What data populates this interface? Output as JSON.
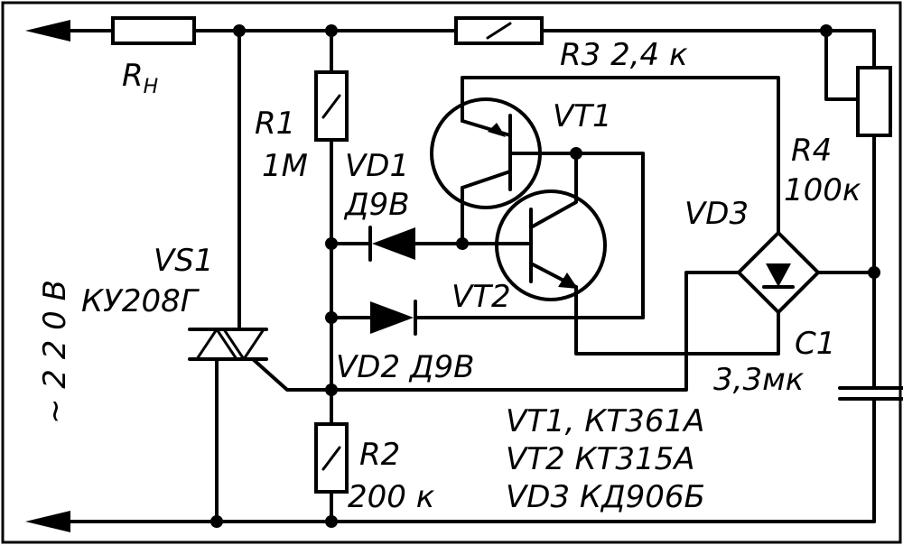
{
  "labels": {
    "rn_main": "R",
    "rn_sub": "Н",
    "r3": "R3  2,4 к",
    "r1": "R1",
    "r1_val": "1M",
    "vd1": "VD1",
    "vd1_type": "Д9В",
    "vt1": "VT1",
    "r4": "R4",
    "r4_val": "100к",
    "vd3": "VD3",
    "vs1": "VS1",
    "vs1_type": "КУ208Г",
    "vt2": "VT2",
    "vd2": "VD2  Д9В",
    "c1": "C1",
    "c1_val": "3,3мк",
    "voltage": "~ 2 2 0   В",
    "r2": "R2",
    "r2_val": "200 к",
    "parts_vt1": "VT1, КТ361А",
    "parts_vt2": "VT2  КТ315А",
    "parts_vd3": "VD3  КД906Б"
  }
}
